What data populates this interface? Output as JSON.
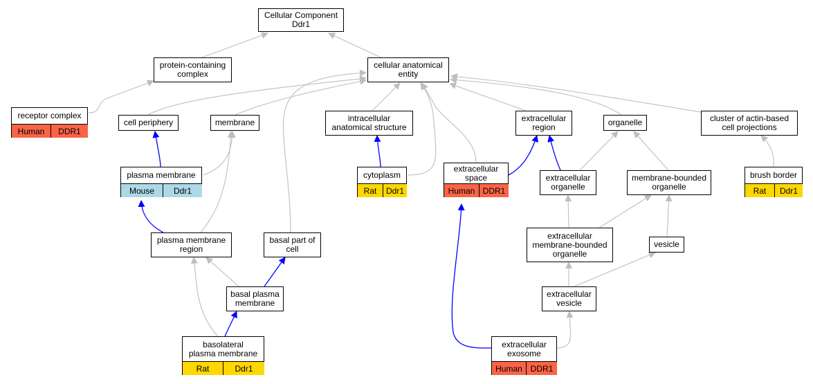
{
  "colors": {
    "edge_inferred": "#bebebe",
    "edge_direct": "#0000ff",
    "Human": "#fa6446",
    "Rat": "#ffd700",
    "Mouse": "#add8e6"
  },
  "nodes": {
    "root": {
      "label": "Cellular Component\nDdr1"
    },
    "pcc": {
      "label": "protein-containing\ncomplex"
    },
    "cae": {
      "label": "cellular anatomical\nentity"
    },
    "rc": {
      "label": "receptor complex",
      "species": "Human",
      "gene": "DDR1"
    },
    "cp": {
      "label": "cell periphery"
    },
    "mem": {
      "label": "membrane"
    },
    "ias": {
      "label": "intracellular\nanatomical structure"
    },
    "er": {
      "label": "extracellular\nregion"
    },
    "org": {
      "label": "organelle"
    },
    "cabcp": {
      "label": "cluster of actin-based\ncell projections"
    },
    "pm": {
      "label": "plasma membrane",
      "species": "Mouse",
      "gene": "Ddr1"
    },
    "cyto": {
      "label": "cytoplasm",
      "species": "Rat",
      "gene": "Ddr1"
    },
    "es": {
      "label": "extracellular\nspace",
      "species": "Human",
      "gene": "DDR1"
    },
    "eo": {
      "label": "extracellular\norganelle"
    },
    "mbo": {
      "label": "membrane-bounded\norganelle"
    },
    "bb": {
      "label": "brush border",
      "species": "Rat",
      "gene": "Ddr1"
    },
    "pmr": {
      "label": "plasma membrane\nregion"
    },
    "bpc": {
      "label": "basal part of\ncell"
    },
    "embo": {
      "label": "extracellular\nmembrane-bounded\norganelle"
    },
    "ves": {
      "label": "vesicle"
    },
    "bpm": {
      "label": "basal plasma\nmembrane"
    },
    "ev": {
      "label": "extracellular\nvesicle"
    },
    "bpmb": {
      "label": "basolateral\nplasma membrane",
      "species": "Rat",
      "gene": "Ddr1"
    },
    "exo": {
      "label": "extracellular\nexosome",
      "species": "Human",
      "gene": "DDR1"
    }
  },
  "edges": [
    {
      "from": "pcc",
      "to": "root",
      "kind": "inferred"
    },
    {
      "from": "cae",
      "to": "root",
      "kind": "inferred"
    },
    {
      "from": "rc",
      "to": "pcc",
      "kind": "inferred"
    },
    {
      "from": "cp",
      "to": "cae",
      "kind": "inferred"
    },
    {
      "from": "mem",
      "to": "cae",
      "kind": "inferred"
    },
    {
      "from": "ias",
      "to": "cae",
      "kind": "inferred"
    },
    {
      "from": "er",
      "to": "cae",
      "kind": "inferred"
    },
    {
      "from": "org",
      "to": "cae",
      "kind": "inferred"
    },
    {
      "from": "cabcp",
      "to": "cae",
      "kind": "inferred"
    },
    {
      "from": "bpc",
      "to": "cae",
      "kind": "inferred"
    },
    {
      "from": "cyto",
      "to": "cae",
      "kind": "inferred"
    },
    {
      "from": "es",
      "to": "cae",
      "kind": "inferred"
    },
    {
      "from": "pm",
      "to": "cp",
      "kind": "direct"
    },
    {
      "from": "pm",
      "to": "mem",
      "kind": "inferred"
    },
    {
      "from": "cyto",
      "to": "ias",
      "kind": "direct"
    },
    {
      "from": "es",
      "to": "er",
      "kind": "direct"
    },
    {
      "from": "eo",
      "to": "er",
      "kind": "direct"
    },
    {
      "from": "eo",
      "to": "org",
      "kind": "inferred"
    },
    {
      "from": "mbo",
      "to": "org",
      "kind": "inferred"
    },
    {
      "from": "bb",
      "to": "cabcp",
      "kind": "inferred"
    },
    {
      "from": "pmr",
      "to": "pm",
      "kind": "direct"
    },
    {
      "from": "pmr",
      "to": "mem",
      "kind": "inferred"
    },
    {
      "from": "embo",
      "to": "eo",
      "kind": "inferred"
    },
    {
      "from": "embo",
      "to": "mbo",
      "kind": "inferred"
    },
    {
      "from": "ves",
      "to": "mbo",
      "kind": "inferred"
    },
    {
      "from": "bpm",
      "to": "pmr",
      "kind": "inferred"
    },
    {
      "from": "bpm",
      "to": "bpc",
      "kind": "direct"
    },
    {
      "from": "ev",
      "to": "embo",
      "kind": "inferred"
    },
    {
      "from": "ev",
      "to": "ves",
      "kind": "inferred"
    },
    {
      "from": "bpmb",
      "to": "pmr",
      "kind": "inferred"
    },
    {
      "from": "bpmb",
      "to": "bpm",
      "kind": "direct"
    },
    {
      "from": "exo",
      "to": "ev",
      "kind": "inferred"
    },
    {
      "from": "exo",
      "to": "es",
      "kind": "direct"
    }
  ]
}
